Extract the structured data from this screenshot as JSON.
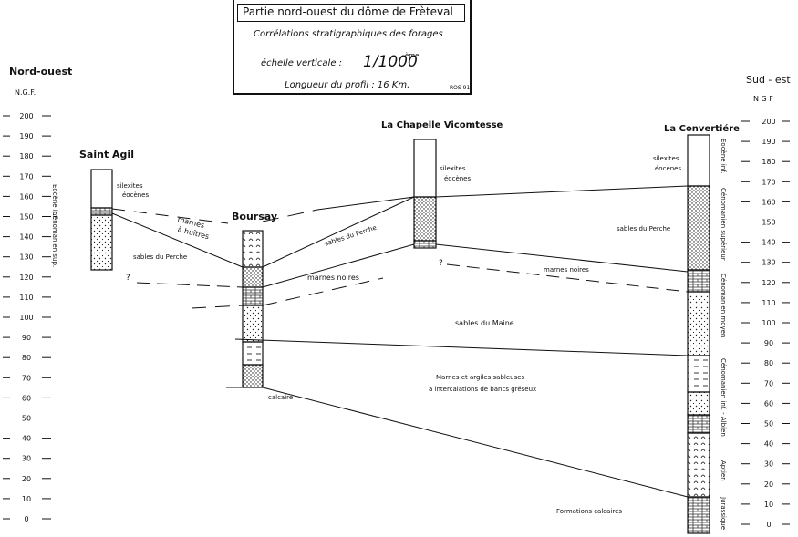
{
  "title": {
    "main": "Partie nord-ouest  du dôme de Frèteval",
    "subtitle": "Corrélations stratigraphiques  des forages",
    "scale_label": "échelle verticale :",
    "scale_value": "1/1000",
    "scale_exp": "ème",
    "length": "Longueur du profil :  16 Km.",
    "ref": "ROS 91"
  },
  "axes": {
    "left_title": "Nord-ouest",
    "left_unit": "N.G.F.",
    "right_title": "Sud - est",
    "right_unit": "N G F",
    "ticks": [
      "200",
      "190",
      "180",
      "170",
      "160",
      "150",
      "140",
      "130",
      "120",
      "110",
      "100",
      "90",
      "80",
      "70",
      "60",
      "50",
      "40",
      "30",
      "20",
      "10",
      "0"
    ]
  },
  "wells": {
    "saint_agil": {
      "name": "Saint Agil",
      "vertical_labels": [
        "Eocène inf.",
        "Cénomanien sup."
      ],
      "note_line1": "silexites",
      "note_line2": "éocènes"
    },
    "boursay": {
      "name": "Boursay",
      "bottom_label": "calcaire"
    },
    "la_chapelle": {
      "name": "La Chapelle Vicomtesse",
      "note_line1": "silexites",
      "note_line2": "éocènes"
    },
    "la_converterie": {
      "name": "La Convertiére",
      "note_line1": "silexites",
      "note_line2": "éocènes",
      "vertical_labels": [
        "Eocène inf.",
        "Cénomanien supérieur",
        "Cénomanien moyen",
        "Cénomanien inf. - Albien",
        "Aptien",
        "Jurassique"
      ]
    }
  },
  "formations": {
    "marnes_huitres_1": "marnes",
    "marnes_huitres_2": "à huîtres",
    "sables_perche_left": "sables du Perche",
    "sables_perche_mid": "sables du Perche",
    "sables_perche_right": "sables du Perche",
    "marnes_noires_left": "marnes noires",
    "marnes_noires_right": "marnes noires",
    "sables_maine": "sables du Maine",
    "marnes_argiles_1": "Marnes et argiles sableuses",
    "marnes_argiles_2": "à intercalations de bancs gréseux",
    "formations_calcaires": "Formations calcaires",
    "question_mark": "?"
  }
}
